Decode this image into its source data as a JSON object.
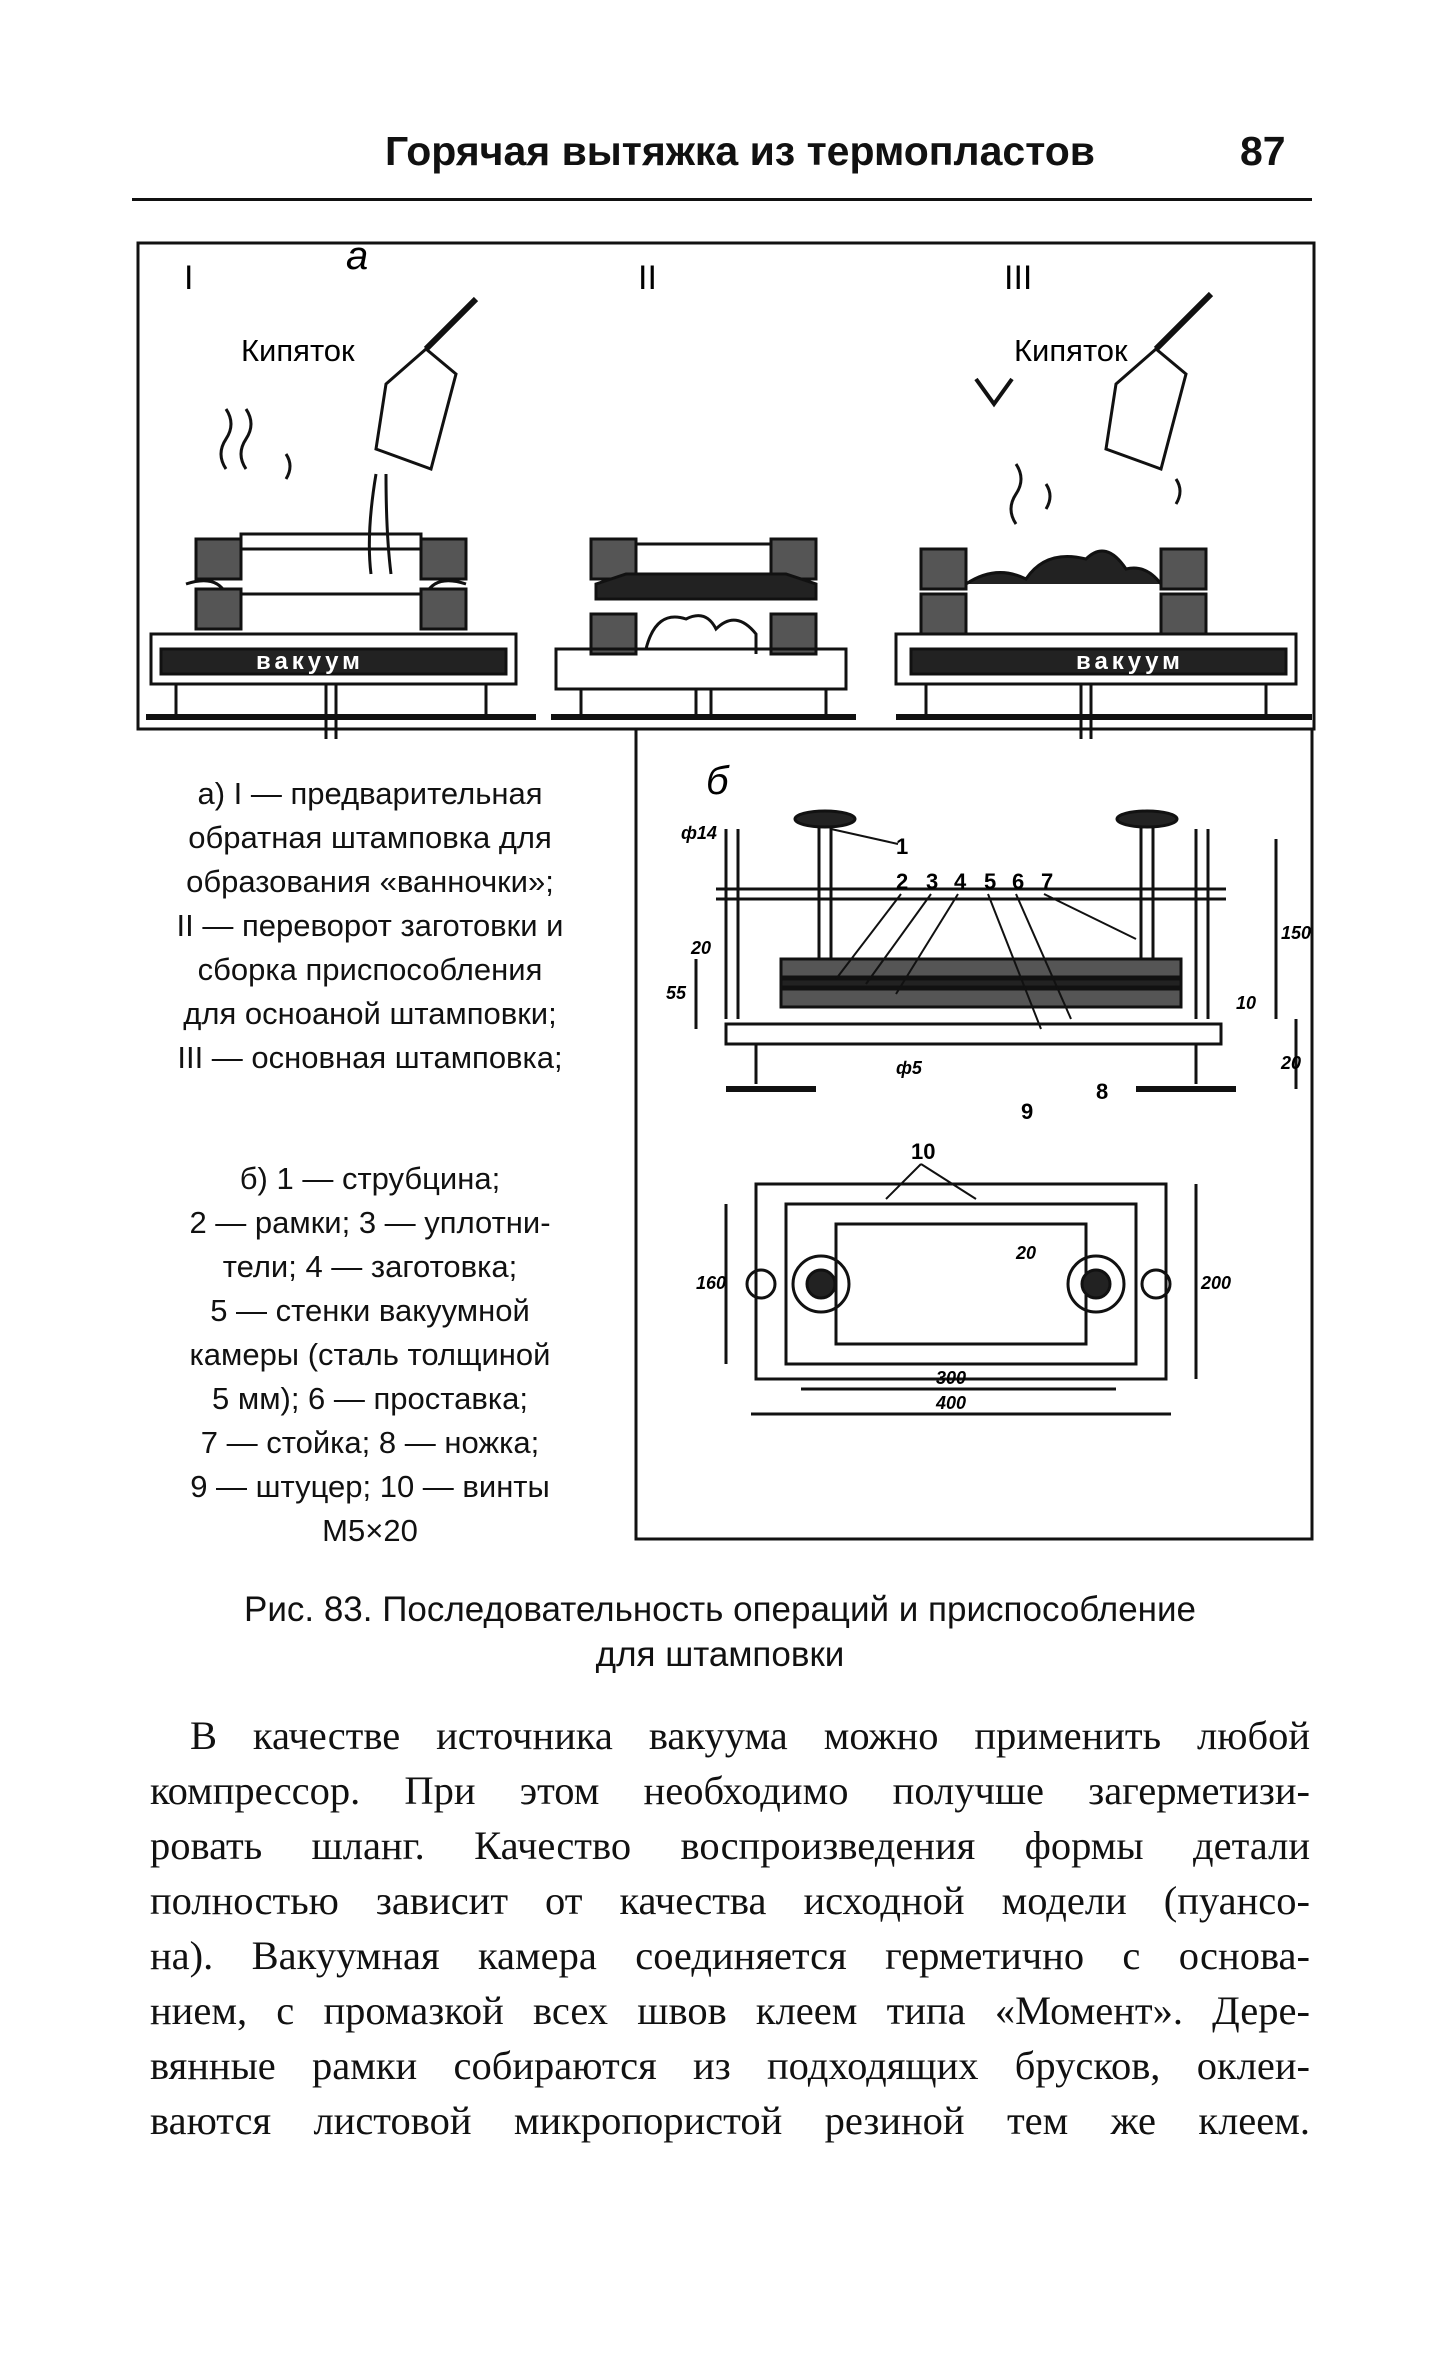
{
  "header": {
    "title": "Горячая вытяжка из термопластов",
    "page_number": "87"
  },
  "figure": {
    "part_a": {
      "letter": "а",
      "step_labels": [
        "I",
        "II",
        "III"
      ],
      "boiling_water_label": "Кипяток",
      "vacuum_label": "вакуум"
    },
    "part_b": {
      "letter": "б",
      "callouts": [
        "1",
        "2",
        "3",
        "4",
        "5",
        "6",
        "7",
        "8",
        "9",
        "10"
      ],
      "dimensions": [
        "ф14",
        "20",
        "55",
        "150",
        "10",
        "20",
        "ф5",
        "20",
        "160",
        "200",
        "300",
        "400"
      ]
    }
  },
  "legend_a": [
    "а) I — предварительная",
    "обратная штамповка для",
    "образования «ванночки»;",
    "II — переворот заготовки и",
    "сборка приспособления",
    "для осноаной штамповки;",
    "III — основная штамповка;"
  ],
  "legend_b": [
    "б) 1 — струбцина;",
    "2 — рамки; 3 — уплотни-",
    "тели; 4 — заготовка;",
    "5 — стенки вакуумной",
    "камеры (сталь толщиной",
    "5 мм); 6 — проставка;",
    "7 — стойка; 8 — ножка;",
    "9 — штуцер; 10 — винты",
    "М5×20"
  ],
  "caption": {
    "line1": "Рис. 83. Последовательность операций и приспособление",
    "line2": "для штамповки"
  },
  "body_lines": [
    "В качестве источника вакуума можно применить любой",
    "компрессор. При этом необходимо получше загерметизи-",
    "ровать шланг. Качество воспроизведения формы детали",
    "полностью зависит от качества исходной модели (пуансо-",
    "на). Вакуумная камера соединяется герметично с основа-",
    "нием, с промазкой всех швов клеем типа «Момент». Дере-",
    "вянные рамки собираются из подходящих брусков, оклеи-",
    "ваются листовой микропористой резиной тем же клеем."
  ]
}
